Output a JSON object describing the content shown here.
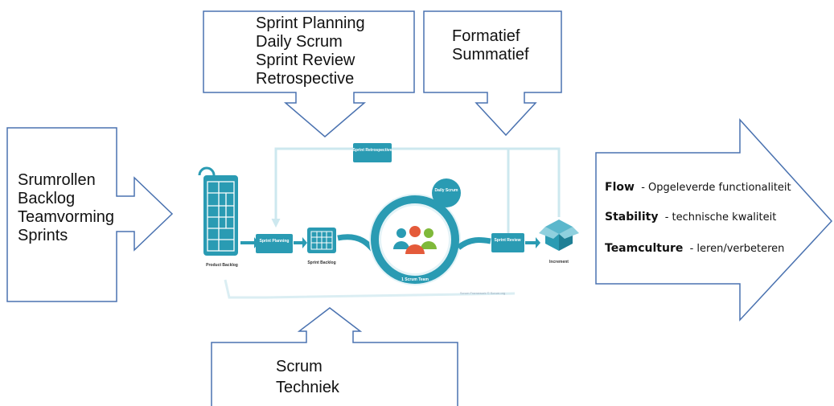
{
  "top_left_callout": [
    "Sprint Planning",
    "Daily Scrum",
    "Sprint Review",
    "Retrospective"
  ],
  "top_right_callout": [
    "Formatief",
    "Summatief"
  ],
  "left_callout": [
    "Srumrollen",
    "Backlog",
    "Teamvorming",
    "Sprints"
  ],
  "bottom_callout": [
    "Scrum",
    "Techniek"
  ],
  "right_callout": [
    {
      "term": "Flow",
      "desc": "- Opgeleverde functionaliteit"
    },
    {
      "term": "Stability",
      "desc": "- technische kwaliteit"
    },
    {
      "term": "Teamculture",
      "desc": "- leren/verbeteren"
    }
  ],
  "framework": {
    "sprint_retrospective": "Sprint Retrospective",
    "daily_scrum": "Daily Scrum",
    "sprint_planning": "Sprint Planning",
    "sprint_review": "Sprint Review",
    "product_backlog": "Product Backlog",
    "sprint_backlog": "Sprint Backlog",
    "increment": "Increment",
    "scrum_team": "1 Scrum Team",
    "credit": "Scrum Framework © Scrum.org"
  },
  "colors": {
    "callout_stroke": "#4a72b0",
    "teal": "#2a9bb3",
    "teal_light": "#cde8ef"
  }
}
